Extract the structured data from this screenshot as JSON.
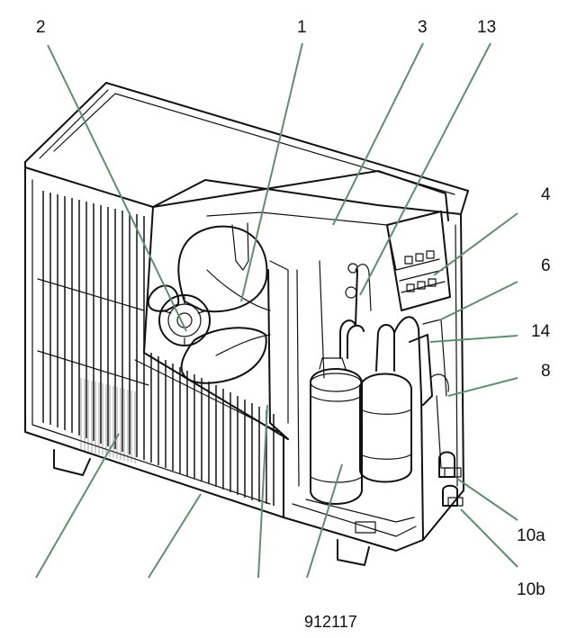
{
  "callouts": [
    {
      "id": "c2",
      "text": "2"
    },
    {
      "id": "c1",
      "text": "1"
    },
    {
      "id": "c3",
      "text": "3"
    },
    {
      "id": "c13",
      "text": "13"
    },
    {
      "id": "c4",
      "text": "4"
    },
    {
      "id": "c6",
      "text": "6"
    },
    {
      "id": "c14",
      "text": "14"
    },
    {
      "id": "c8",
      "text": "8"
    },
    {
      "id": "c10a",
      "text": "10a"
    },
    {
      "id": "c10b",
      "text": "10b"
    }
  ],
  "figure_code": "912117"
}
